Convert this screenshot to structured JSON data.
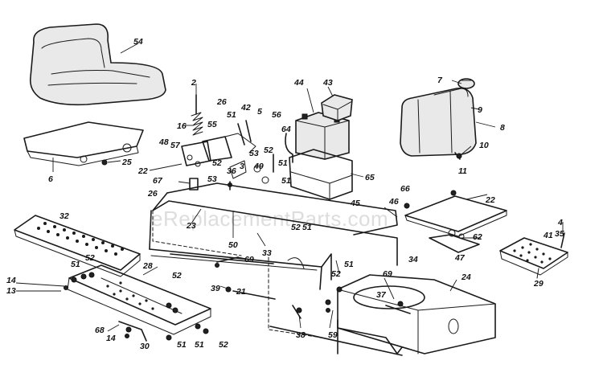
{
  "watermark": "eReplacementParts.com",
  "callouts": {
    "c54": "54",
    "c6": "6",
    "c25": "25",
    "c2": "2",
    "c16": "16",
    "c48": "48",
    "c57": "57",
    "c22a": "22",
    "c67": "67",
    "c26a": "26",
    "c53a": "53",
    "c26b": "26",
    "c55": "55",
    "c51a": "51",
    "c42": "42",
    "c5": "5",
    "c56": "56",
    "c53b": "53",
    "c52a": "52",
    "c36": "36",
    "c3": "3",
    "c49": "49",
    "c64": "64",
    "c52b": "52",
    "c51b": "51",
    "c51c": "51",
    "c44": "44",
    "c43": "43",
    "c65": "65",
    "c7": "7",
    "c9": "9",
    "c8": "8",
    "c10": "10",
    "c11": "11",
    "c66": "66",
    "c46": "46",
    "c22b": "22",
    "c62": "62",
    "c47": "47",
    "c45": "45",
    "c52c": "52",
    "c51d": "51",
    "c23": "23",
    "c50": "50",
    "c33": "33",
    "c32": "32",
    "c4": "4",
    "c41": "41",
    "c35": "35",
    "c29": "29",
    "c51e": "51",
    "c52d": "52",
    "c28": "28",
    "c14a": "14",
    "c13": "13",
    "c69a": "69",
    "c39": "39",
    "c21": "21",
    "c52e": "52",
    "c51f": "51",
    "c52f": "52",
    "c34": "34",
    "c69b": "69",
    "c24": "24",
    "c37": "37",
    "c68": "68",
    "c14b": "14",
    "c30": "30",
    "c51g": "51",
    "c51h": "51",
    "c52g": "52",
    "c38": "38",
    "c59": "59"
  }
}
